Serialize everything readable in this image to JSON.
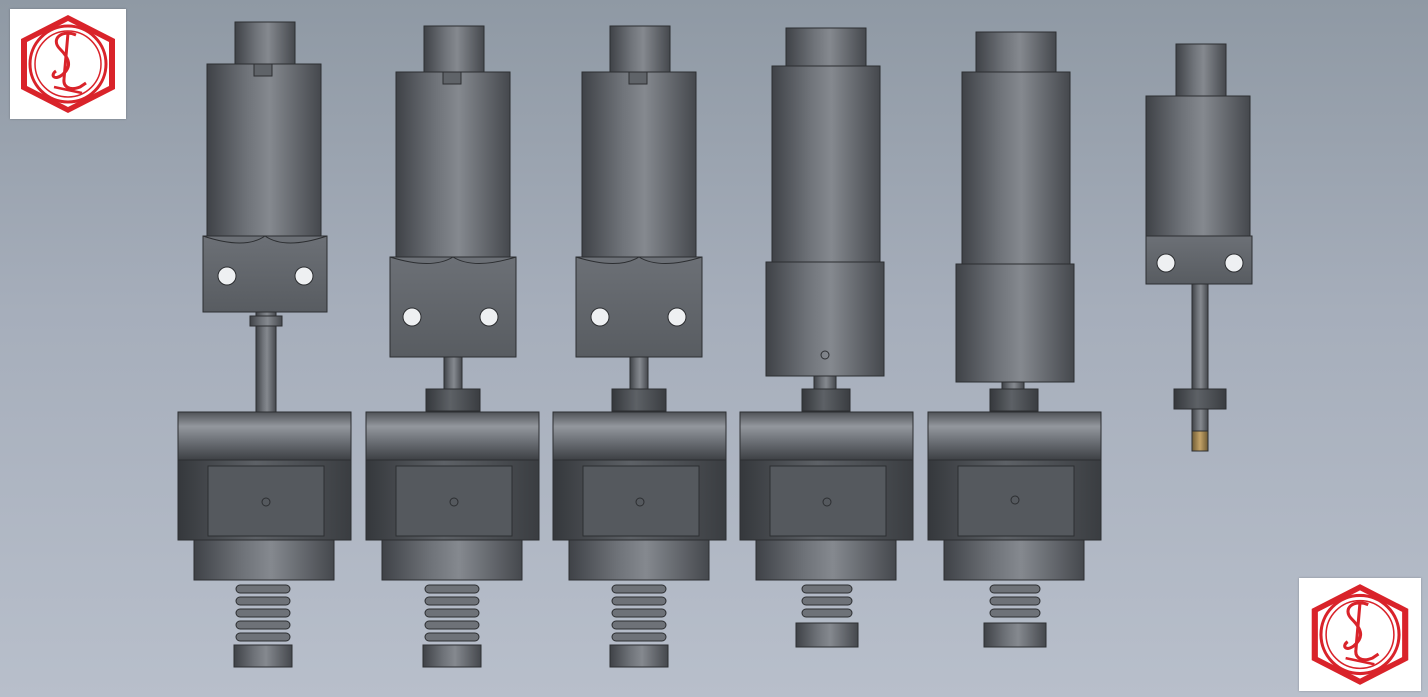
{
  "scene": {
    "description_tag": "cad-render-assemblies",
    "assembly_count": 6,
    "colors": {
      "background_top": "#8f99a4",
      "background_bottom": "#b8bfcb",
      "metal_dark": "#4a4d52",
      "metal_mid": "#6e7278",
      "metal_light": "#9a9ea4",
      "brass": "#a88a55",
      "logo_red": "#d9232a"
    }
  },
  "logos": {
    "top_left": {
      "icon": "hexagon-monogram-logo",
      "lettering": "SL"
    },
    "bottom_right": {
      "icon": "hexagon-monogram-logo",
      "lettering": "SL"
    }
  }
}
